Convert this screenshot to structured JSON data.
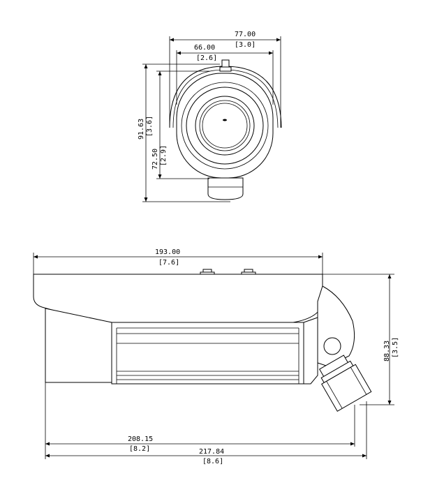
{
  "front_view": {
    "width_outer": {
      "mm": "77.00",
      "in": "[3.0]"
    },
    "width_inner": {
      "mm": "66.00",
      "in": "[2.6]"
    },
    "height_total": {
      "mm": "91.63",
      "in": "[3.6]"
    },
    "height_body": {
      "mm": "72.50",
      "in": "[2.9]"
    }
  },
  "side_view": {
    "length_top": {
      "mm": "193.00",
      "in": "[7.6]"
    },
    "height_side": {
      "mm": "88.33",
      "in": "[3.5]"
    },
    "length_mid": {
      "mm": "208.15",
      "in": "[8.2]"
    },
    "length_total": {
      "mm": "217.84",
      "in": "[8.6]"
    }
  }
}
